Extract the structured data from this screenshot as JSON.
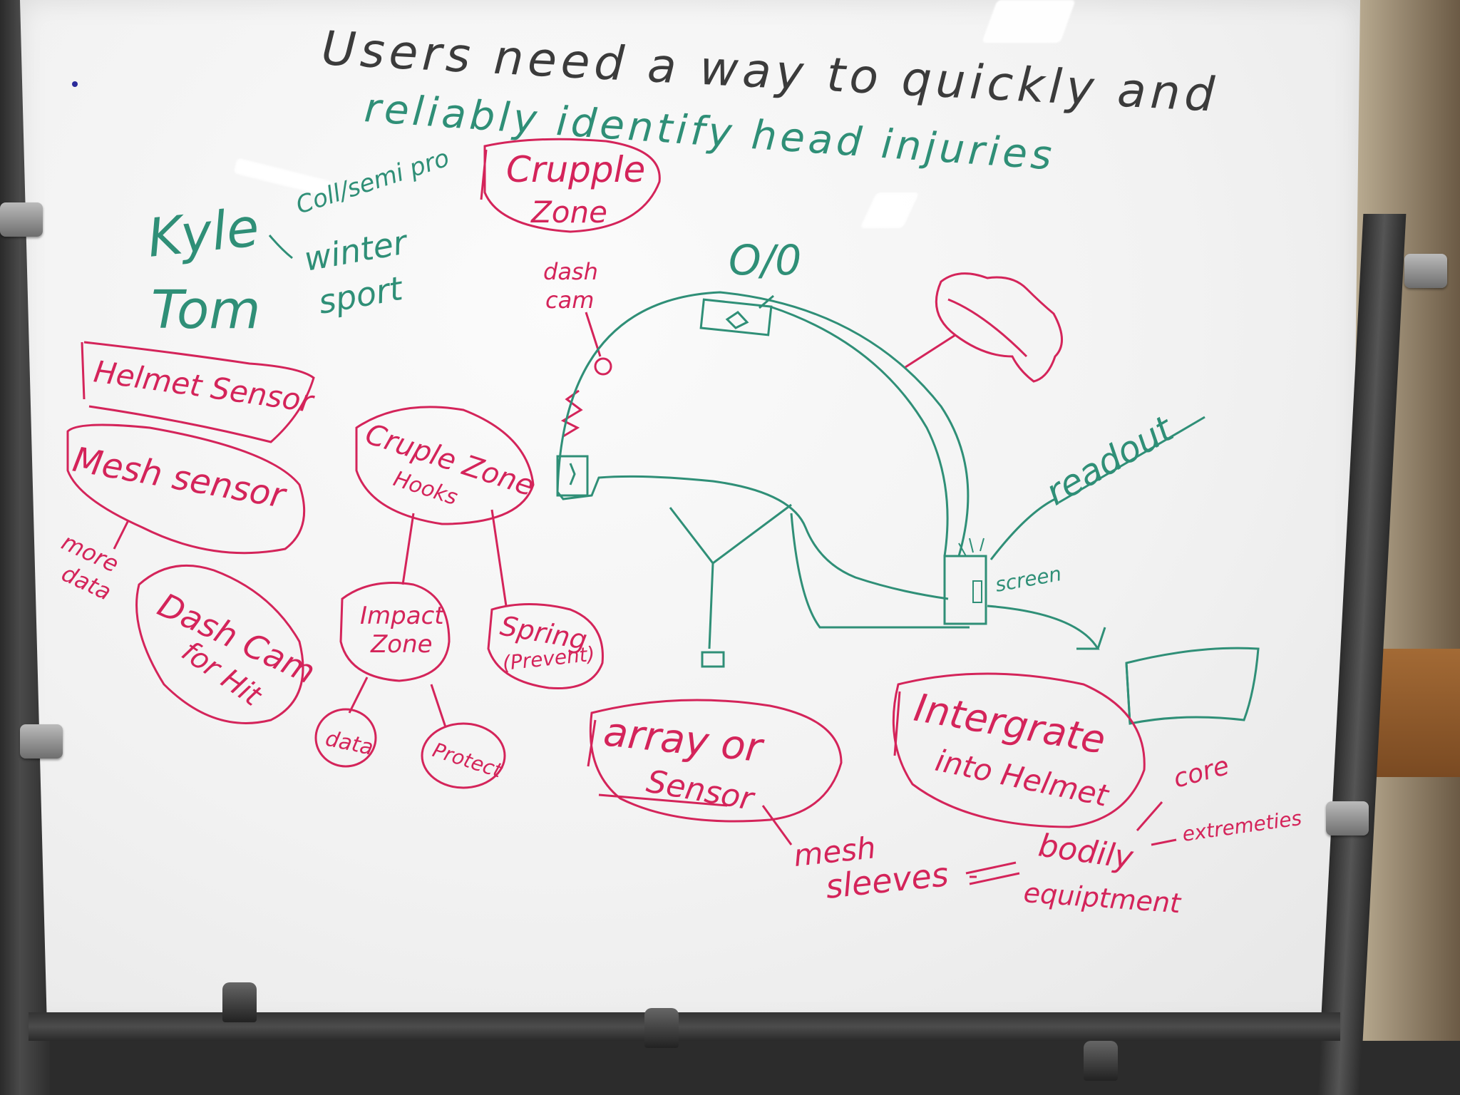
{
  "colors": {
    "black_marker": "#3b3b3b",
    "green_marker": "#2f8f77",
    "red_marker": "#d4245a",
    "blue_marker": "#2a2a9a"
  },
  "headline": {
    "line1": "Users need a way to quickly and",
    "line2": "reliably identify head injuries"
  },
  "people": {
    "kyle": "Kyle",
    "tom": "Tom",
    "level_top": "Coll/semi pro",
    "level_bottom_1": "winter",
    "level_bottom_2": "sport"
  },
  "ideas": {
    "crumple_zone_1": "Crupple",
    "crumple_zone_2": "Zone",
    "dash_cam_label_1": "dash",
    "dash_cam_label_2": "cam",
    "on_off": "O/0",
    "helmet_sensor": "Helmet Sensor",
    "mesh_sensor": "Mesh sensor",
    "more_data_1": "more",
    "more_data_2": "data",
    "dash_cam_hit_1": "Dash Cam",
    "dash_cam_hit_2": "for Hit",
    "cruple_zone_hooks_1": "Cruple Zone",
    "cruple_zone_hooks_2": "Hooks",
    "impact_zone_1": "Impact",
    "impact_zone_2": "Zone",
    "spring_1": "Spring",
    "spring_2": "(Prevent)",
    "data": "data",
    "protect": "Protect",
    "readout": "readout",
    "screen": "screen",
    "array_1": "array or",
    "array_2": "Sensor",
    "integrate_1": "Intergrate",
    "integrate_2": "into Helmet",
    "mesh_1": "mesh",
    "mesh_2": "sleeves",
    "bodily": "bodily",
    "equipment": "equiptment",
    "core": "core",
    "extremeties": "extremeties"
  }
}
